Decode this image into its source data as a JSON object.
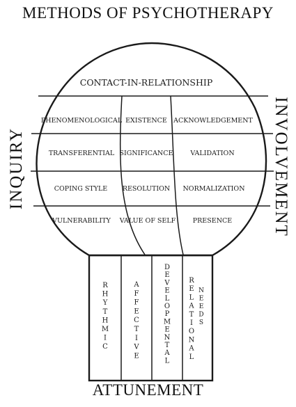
{
  "title": "METHODS OF PSYCHOTHERAPY",
  "left_label": "INQUIRY",
  "right_label": "INVOLVEMENT",
  "bottom_label": "ATTUNEMENT",
  "top_band": "CONTACT-IN-RELATIONSHIP",
  "grid": [
    [
      "PHENOMENOLOGICAL",
      "EXISTENCE",
      "ACKNOWLEDGEMENT"
    ],
    [
      "TRANSFERENTIAL",
      "SIGNIFICANCE",
      "VALIDATION"
    ],
    [
      "COPING STYLE",
      "RESOLUTION",
      "NORMALIZATION"
    ],
    [
      "VULNERABILITY",
      "VALUE OF SELF",
      "PRESENCE"
    ]
  ],
  "stem_columns": [
    "RHYTHMIC",
    "AFFECTIVE",
    "DEVELOPMENTAL",
    "RELATIONAL"
  ],
  "stem_extra": "NEEDS",
  "colors": {
    "ink": "#1a1a1a",
    "background": "#ffffff"
  }
}
